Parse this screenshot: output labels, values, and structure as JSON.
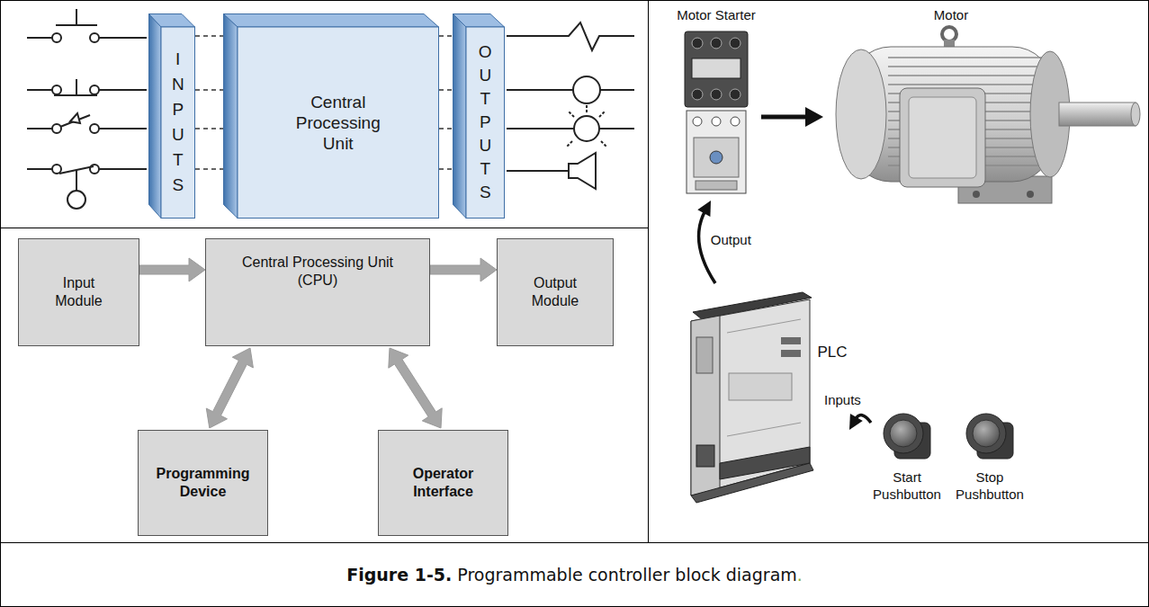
{
  "diagram": {
    "caption": "Figure 1-5. Programmable controller block diagram.",
    "nodes": [
      {
        "text": [
          "INPUTS"
        ]
      },
      {
        "text": [
          "Central Processing Unit"
        ]
      },
      {
        "text": [
          "OUTPUTS"
        ]
      },
      {
        "text": [
          "Input Module"
        ]
      },
      {
        "text": [
          "Central Processing Unit (CPU)"
        ]
      },
      {
        "text": [
          "Output Module"
        ]
      },
      {
        "text": [
          "Programming Device"
        ]
      },
      {
        "text": [
          "Operator Interface"
        ]
      },
      {
        "text": [
          "Motor Starter"
        ]
      },
      {
        "text": [
          "Motor"
        ]
      },
      {
        "text": [
          "PLC"
        ]
      },
      {
        "text": [
          "Start Pushbutton"
        ]
      },
      {
        "text": [
          "Stop Pushbutton"
        ]
      }
    ],
    "edges": [
      {
        "from": 0,
        "to": 1,
        "arrow": "none"
      },
      {
        "from": 1,
        "to": 2,
        "arrow": "none"
      },
      {
        "from": 3,
        "to": 4,
        "arrow": "to"
      },
      {
        "from": 4,
        "to": 5,
        "arrow": "to"
      },
      {
        "from": 4,
        "to": 6,
        "arrow": "both"
      },
      {
        "from": 4,
        "to": 7,
        "arrow": "both"
      },
      {
        "from": 8,
        "to": 9,
        "arrow": "to"
      },
      {
        "from": 10,
        "to": 8,
        "label": "Output",
        "arrow": "to"
      },
      {
        "from": 11,
        "to": 10,
        "label": "Inputs",
        "arrow": "to"
      }
    ]
  }
}
